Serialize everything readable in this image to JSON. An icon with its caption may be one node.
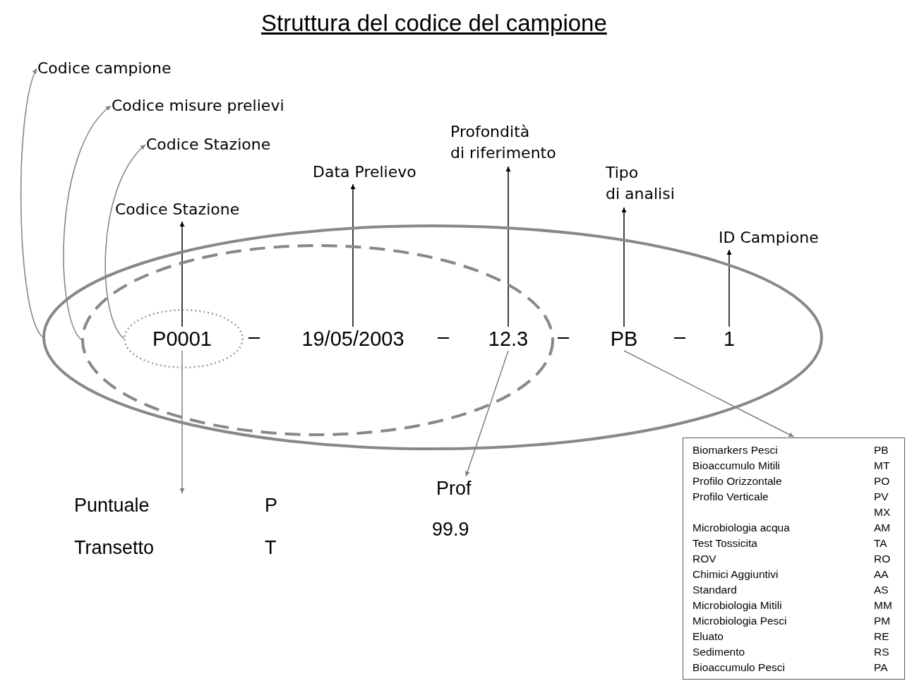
{
  "diagram": {
    "title": "Struttura del codice del campione",
    "nodes": [
      {
        "text": [],
        "shape": "ellipse"
      },
      {
        "text": [],
        "shape": "ellipse",
        "in": 0
      },
      {
        "text": [],
        "shape": "ellipse",
        "in": 1
      },
      {
        "text": [
          "P0001"
        ],
        "in": 2
      },
      {
        "text": [
          "19/05/2003"
        ],
        "in": 1
      },
      {
        "text": [
          "12.3"
        ],
        "in": 1
      },
      {
        "text": [
          "PB"
        ],
        "in": 0
      },
      {
        "text": [
          "1"
        ],
        "in": 0
      },
      {
        "text": [
          "Codice campione"
        ]
      },
      {
        "text": [
          "Codice misure prelievi"
        ]
      },
      {
        "text": [
          "Codice Stazione"
        ]
      },
      {
        "text": [
          "Codice Stazione"
        ]
      },
      {
        "text": [
          "Data Prelievo"
        ]
      },
      {
        "text": [
          "Profondità di riferimento"
        ]
      },
      {
        "text": [
          "Tipo di analisi"
        ]
      },
      {
        "text": [
          "ID Campione"
        ]
      },
      {
        "text": [
          "Puntuale",
          "P",
          "Transetto",
          "T"
        ]
      },
      {
        "text": [
          "Prof",
          "99.9"
        ]
      },
      {
        "text": [
          "Biomarkers Pesci",
          "PB",
          "Bioaccumulo Mitili",
          "MT",
          "Profilo Orizzontale",
          "PO",
          "Profilo Verticale",
          "PV",
          "MX",
          "Microbiologia acqua",
          "AM",
          "Test Tossicita",
          "TA",
          "ROV",
          "RO",
          "Chimici Aggiuntivi",
          "AA",
          "Standard",
          "AS",
          "Microbiologia Mitili",
          "MM",
          "Microbiologia Pesci",
          "PM",
          "Eluato",
          "RE",
          "Sedimento",
          "RS",
          "Bioaccumulo Pesci",
          "PA"
        ]
      }
    ],
    "edges": [
      {
        "from": 0,
        "to": 8,
        "arrow": "to"
      },
      {
        "from": 1,
        "to": 9,
        "arrow": "to"
      },
      {
        "from": 2,
        "to": 10,
        "arrow": "to"
      },
      {
        "from": 3,
        "to": 11,
        "arrow": "to",
        "color": "#000000"
      },
      {
        "from": 4,
        "to": 12,
        "arrow": "to",
        "color": "#000000"
      },
      {
        "from": 5,
        "to": 13,
        "arrow": "to",
        "color": "#000000"
      },
      {
        "from": 6,
        "to": 14,
        "arrow": "to",
        "color": "#000000"
      },
      {
        "from": 7,
        "to": 15,
        "arrow": "to",
        "color": "#000000"
      },
      {
        "from": 3,
        "to": 16,
        "arrow": "to"
      },
      {
        "from": 5,
        "to": 17,
        "arrow": "to"
      },
      {
        "from": 6,
        "to": 18,
        "arrow": "to"
      }
    ],
    "labels": [
      "–",
      "–",
      "–",
      "–"
    ]
  }
}
